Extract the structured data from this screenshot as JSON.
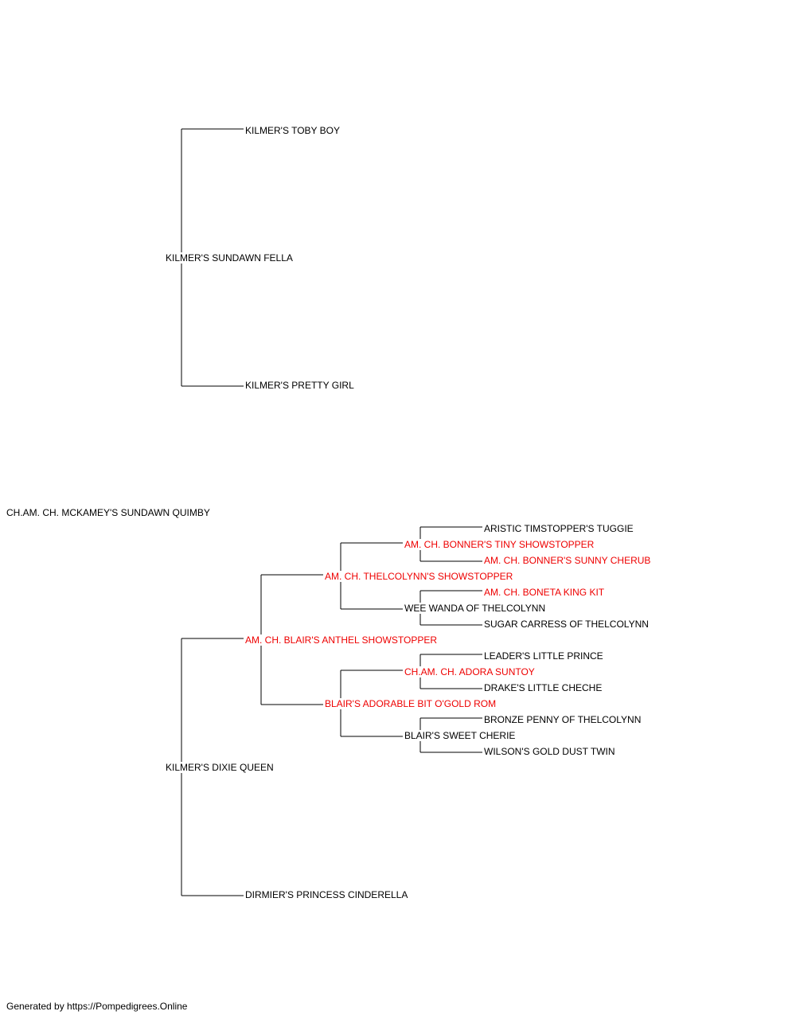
{
  "pedigree": {
    "subject": {
      "name": "CH.AM. CH. MCKAMEY'S SUNDAWN QUIMBY",
      "champion": false
    },
    "sire": {
      "name": "KILMER'S SUNDAWN FELLA",
      "champion": false,
      "sire": {
        "name": "KILMER'S TOBY BOY",
        "champion": false
      },
      "dam": {
        "name": "KILMER'S PRETTY GIRL",
        "champion": false
      }
    },
    "dam": {
      "name": "KILMER'S DIXIE QUEEN",
      "champion": false,
      "sire": {
        "name": "AM. CH. BLAIR'S ANTHEL SHOWSTOPPER",
        "champion": true,
        "sire": {
          "name": "AM. CH. THELCOLYNN'S SHOWSTOPPER",
          "champion": true,
          "sire": {
            "name": "AM. CH. BONNER'S TINY SHOWSTOPPER",
            "champion": true,
            "sire": {
              "name": "ARISTIC TIMSTOPPER'S TUGGIE",
              "champion": false
            },
            "dam": {
              "name": "AM. CH. BONNER'S SUNNY CHERUB",
              "champion": true
            }
          },
          "dam": {
            "name": "WEE WANDA OF THELCOLYNN",
            "champion": false,
            "sire": {
              "name": "AM. CH. BONETA KING KIT",
              "champion": true
            },
            "dam": {
              "name": "SUGAR CARRESS OF THELCOLYNN",
              "champion": false
            }
          }
        },
        "dam": {
          "name": "BLAIR'S ADORABLE BIT O'GOLD ROM",
          "champion": true,
          "sire": {
            "name": "CH.AM. CH. ADORA SUNTOY",
            "champion": true,
            "sire": {
              "name": "LEADER'S LITTLE PRINCE",
              "champion": false
            },
            "dam": {
              "name": "DRAKE'S LITTLE CHECHE",
              "champion": false
            }
          },
          "dam": {
            "name": "BLAIR'S SWEET CHERIE",
            "champion": false,
            "sire": {
              "name": "BRONZE PENNY OF THELCOLYNN",
              "champion": false
            },
            "dam": {
              "name": "WILSON'S GOLD DUST TWIN",
              "champion": false
            }
          }
        }
      },
      "dam": {
        "name": "DIRMIER'S PRINCESS CINDERELLA",
        "champion": false
      }
    }
  },
  "colors": {
    "champion": "#ee0000",
    "regular": "#000000",
    "connector": "#000000"
  },
  "footer": {
    "credit": "Generated by https://Pompedigrees.Online"
  }
}
